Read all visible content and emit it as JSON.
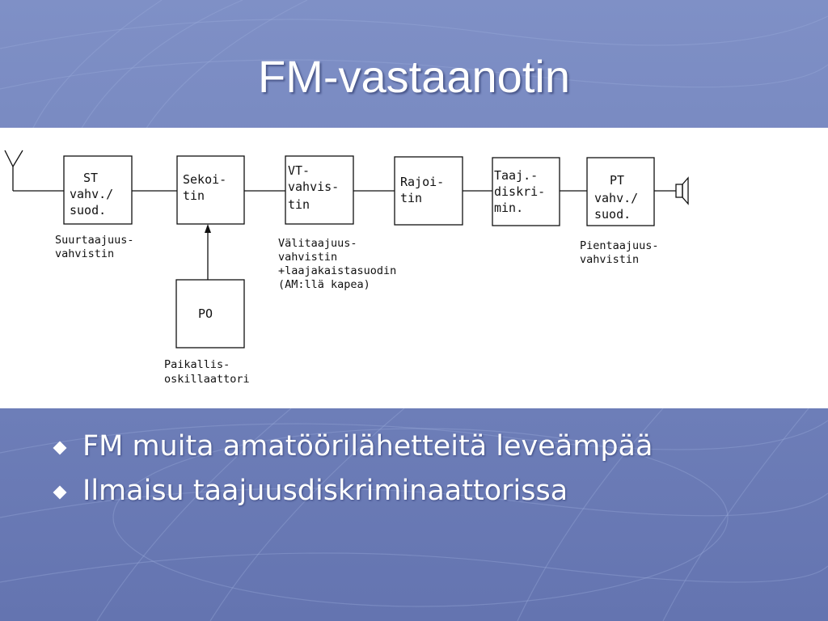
{
  "slide": {
    "title": "FM-vastaanotin",
    "bullets": [
      "FM muita amatöörilähetteitä leveämpää",
      "Ilmaisu taajuusdiskriminaattorissa"
    ]
  },
  "diagram": {
    "blocks": [
      {
        "id": "st",
        "lines": [
          "ST",
          "vahv./",
          "suod."
        ]
      },
      {
        "id": "mixer",
        "lines": [
          "Sekoi-",
          "tin"
        ]
      },
      {
        "id": "vt",
        "lines": [
          "VT-",
          "vahvis-",
          "tin"
        ]
      },
      {
        "id": "limiter",
        "lines": [
          "Rajoi-",
          "tin"
        ]
      },
      {
        "id": "discriminator",
        "lines": [
          "Taaj.-",
          "diskri-",
          "min."
        ]
      },
      {
        "id": "pt",
        "lines": [
          "PT",
          "vahv./",
          "suod."
        ]
      },
      {
        "id": "lo",
        "lines": [
          "PO"
        ]
      }
    ],
    "notes": [
      {
        "id": "st-note",
        "lines": [
          "Suurtaajuus-",
          "vahvistin"
        ]
      },
      {
        "id": "vt-note",
        "lines": [
          "Välitaajuus-",
          "vahvistin",
          "+laajakaistasuodin",
          "(AM:llä kapea)"
        ]
      },
      {
        "id": "lo-note",
        "lines": [
          "Paikallis-",
          "oskillaattori"
        ]
      },
      {
        "id": "pt-note",
        "lines": [
          "Pientaajuus-",
          "vahvistin"
        ]
      }
    ]
  },
  "colors": {
    "background": "#7384bd",
    "panel": "#ffffff",
    "ink": "#111111",
    "text": "#ffffff"
  }
}
